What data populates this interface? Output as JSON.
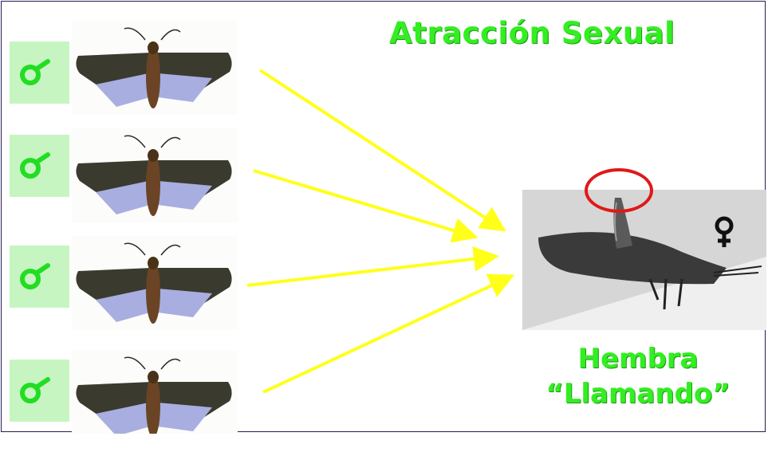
{
  "title": "Atracción Sexual",
  "caption": {
    "line1": "Hembra",
    "line2": "“Llamando”"
  },
  "males": [
    {
      "symbol": "male-symbol-icon"
    },
    {
      "symbol": "male-symbol-icon"
    },
    {
      "symbol": "male-symbol-icon"
    },
    {
      "symbol": "male-symbol-icon"
    }
  ],
  "female": {
    "symbol": "female-symbol-icon"
  },
  "colors": {
    "title_green": "#33ee22",
    "tile_green": "#c7f5c2",
    "arrow_yellow": "#ffff1a",
    "ring_red": "#e01818"
  }
}
